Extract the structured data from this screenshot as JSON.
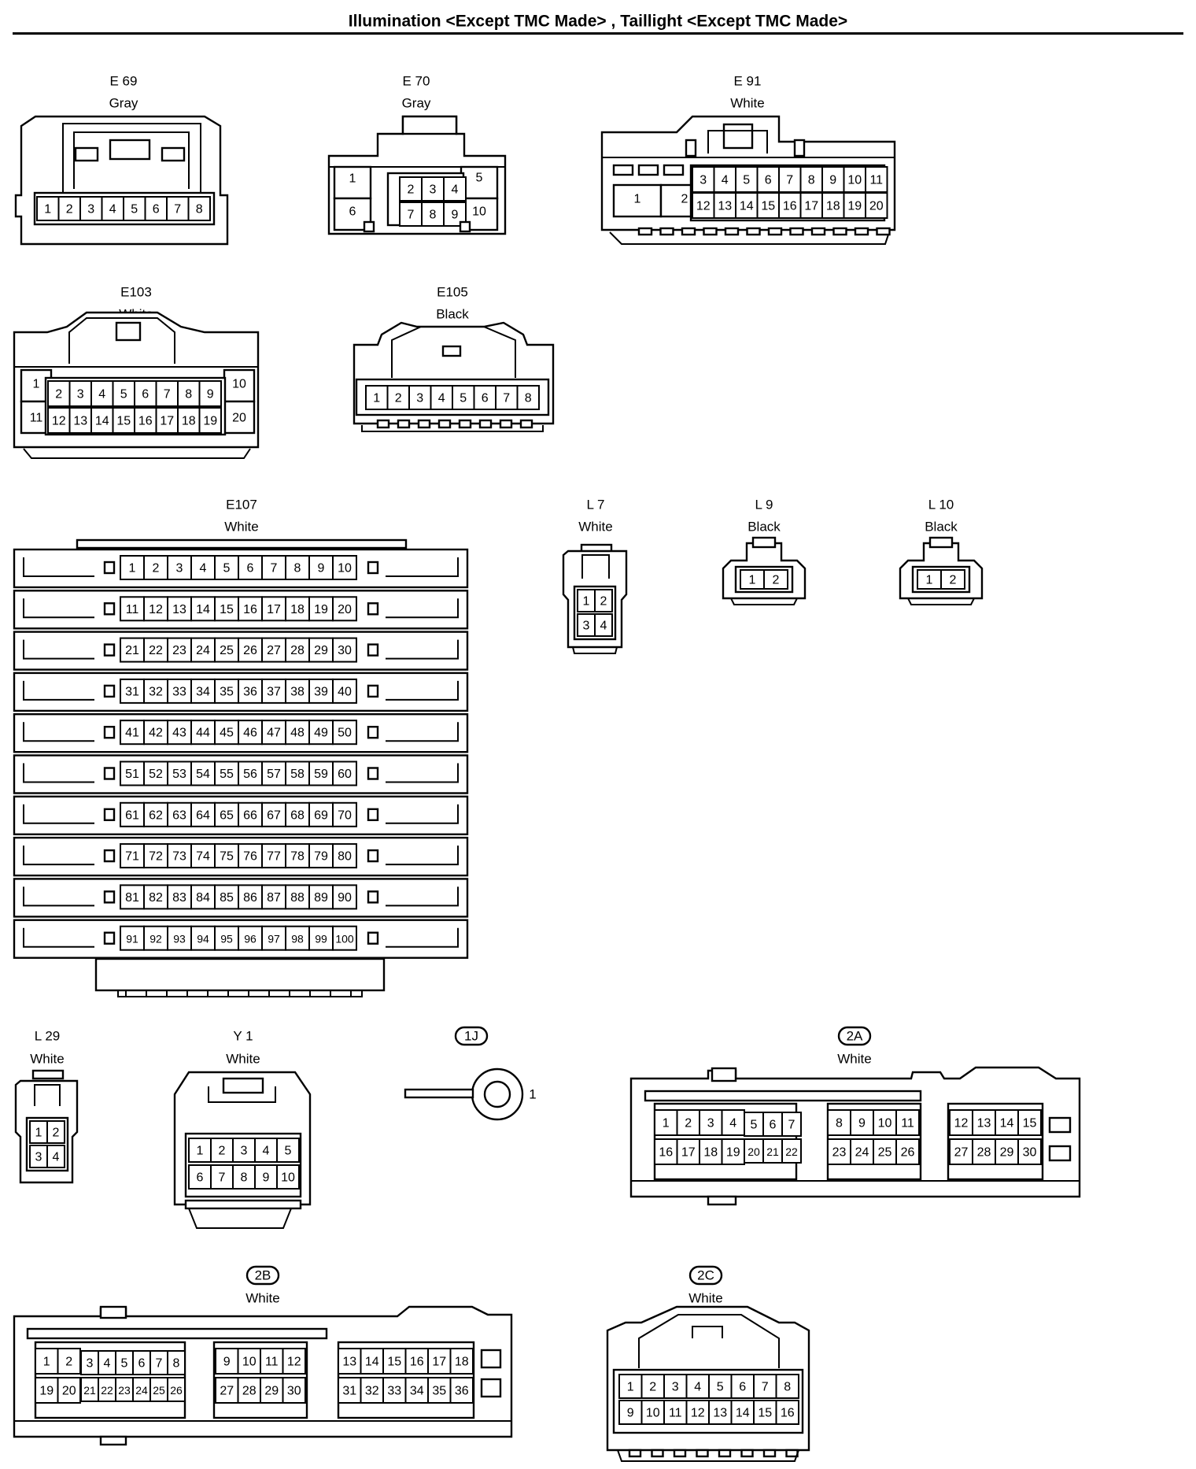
{
  "title": "Illumination <Except TMC Made> , Taillight <Except TMC Made>",
  "connectors": [
    {
      "id": "E69",
      "label": "E 69",
      "color": "Gray"
    },
    {
      "id": "E70",
      "label": "E 70",
      "color": "Gray"
    },
    {
      "id": "E91",
      "label": "E 91",
      "color": "White"
    },
    {
      "id": "E103",
      "label": "E103",
      "color": "White"
    },
    {
      "id": "E105",
      "label": "E105",
      "color": "Black"
    },
    {
      "id": "E107",
      "label": "E107",
      "color": "White"
    },
    {
      "id": "L7",
      "label": "L 7",
      "color": "White"
    },
    {
      "id": "L9",
      "label": "L 9",
      "color": "Black"
    },
    {
      "id": "L10",
      "label": "L 10",
      "color": "Black"
    },
    {
      "id": "L29",
      "label": "L 29",
      "color": "White"
    },
    {
      "id": "Y1",
      "label": "Y 1",
      "color": "White"
    },
    {
      "id": "1J",
      "label": "1J",
      "color": "",
      "terminal": "1"
    },
    {
      "id": "2A",
      "label": "2A",
      "color": "White"
    },
    {
      "id": "2B",
      "label": "2B",
      "color": "White"
    },
    {
      "id": "2C",
      "label": "2C",
      "color": "White"
    }
  ]
}
